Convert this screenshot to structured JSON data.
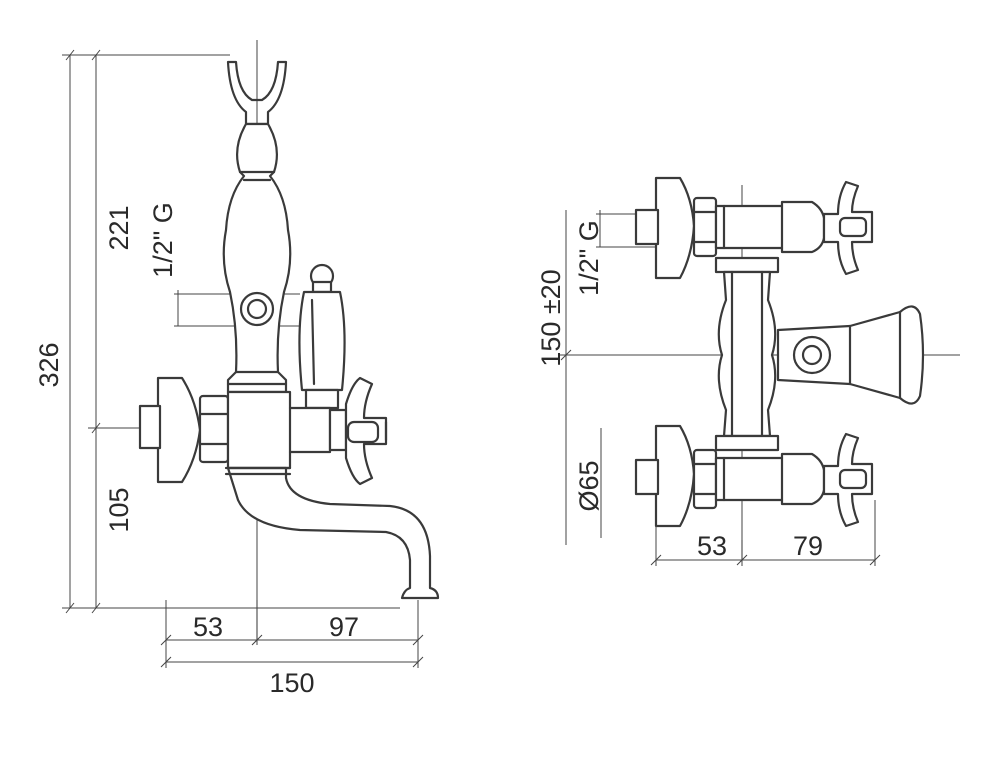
{
  "dimensions": {
    "left_view": {
      "overall_height": "326",
      "upper_height": "221",
      "lower_height": "105",
      "thread": "1/2\" G",
      "left_offset": "53",
      "right_offset": "97",
      "total_width": "150"
    },
    "right_view": {
      "centre_distance": "150 ±20",
      "thread": "1/2\" G",
      "diameter": "Ø65",
      "left_offset": "53",
      "right_offset": "79"
    }
  }
}
